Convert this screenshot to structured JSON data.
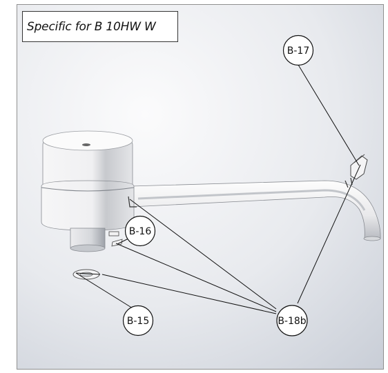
{
  "title": "Specific for B 10HW W",
  "callouts": [
    {
      "id": "b17",
      "label": "B-17"
    },
    {
      "id": "b16",
      "label": "B-16"
    },
    {
      "id": "b15",
      "label": "B-15"
    },
    {
      "id": "b18b",
      "label": "B-18b"
    }
  ],
  "colors": {
    "background_light": "#fafafa",
    "background_dark": "#cfd4dc",
    "leader_line": "#111111",
    "frame_border": "#8f8f8f"
  }
}
